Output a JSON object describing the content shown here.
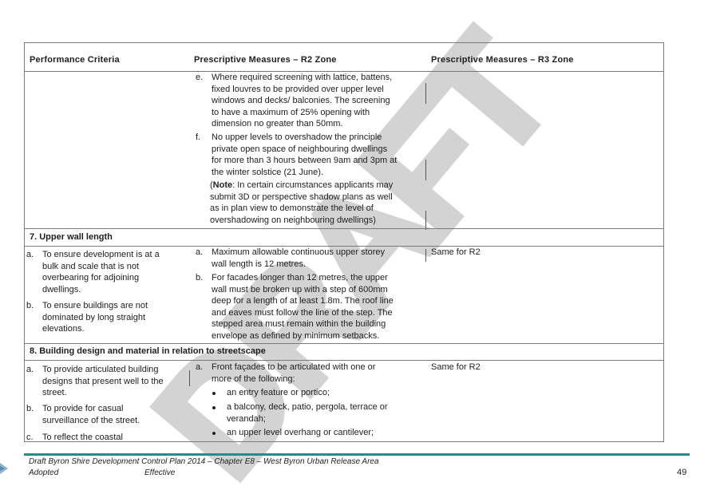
{
  "table": {
    "headers": [
      "Performance Criteria",
      "Prescriptive Measures – R2 Zone",
      "Prescriptive Measures – R3 Zone"
    ],
    "cont": {
      "e_marker": "e.",
      "e_lines": [
        "Where required screening with lattice, battens,",
        "fixed louvres to be provided over upper level",
        "windows and decks/ balconies. The screening",
        "to have a maximum of 25% opening with",
        "dimension no greater than 50mm."
      ],
      "f_marker": "f.",
      "f_lines": [
        "No upper levels to overshadow the principle",
        "private open space of neighbouring dwellings",
        "for more than 3 hours between 9am and 3pm at",
        "the winter solstice (21 June)."
      ],
      "note_bold": "Note",
      "note_first": ": In certain circumstances applicants may",
      "note_rest": [
        "submit 3D or perspective shadow plans as well",
        "as in plan view to demonstrate the level of",
        "overshadowing on neighbouring dwellings)"
      ]
    },
    "s7": {
      "title": "7. Upper wall length",
      "pc_a_marker": "a.",
      "pc_a_lines": [
        "To ensure development is at a",
        "bulk and scale that is not",
        "overbearing for adjoining",
        "dwellings."
      ],
      "pc_b_marker": "b.",
      "pc_b_lines": [
        "To ensure buildings are not",
        "dominated by long straight",
        "elevations."
      ],
      "r2_a_marker": "a.",
      "r2_a_lines": [
        "Maximum allowable continuous upper storey",
        "wall length is 12 metres."
      ],
      "r2_b_marker": "b.",
      "r2_b_lines": [
        "For facades longer than 12 metres, the upper",
        "wall must be broken up with a step of 600mm",
        "deep for a length of at least 1.8m. The roof line",
        "and eaves must follow the line of the step. The",
        "stepped area must remain within the building",
        "envelope as defined by minimum setbacks."
      ],
      "r3": "Same for R2"
    },
    "s8": {
      "title": "8. Building design and material in relation to streetscape",
      "pc_a_marker": "a.",
      "pc_a_lines": [
        "To provide articulated building",
        "designs that present well to the",
        "street."
      ],
      "pc_b_marker": "b.",
      "pc_b_lines": [
        "To provide for casual",
        "surveillance of the street."
      ],
      "pc_c_marker": "c.",
      "pc_c_lines": [
        "To reflect the coastal"
      ],
      "r2_a_marker": "a.",
      "r2_a_lines": [
        "Front façades to be articulated with one or",
        "more  of the following:"
      ],
      "bullets": [
        [
          "an entry feature or portico;"
        ],
        [
          "a balcony, deck, patio, pergola, terrace or",
          "verandah;"
        ],
        [
          "an upper level overhang or cantilever;"
        ]
      ],
      "r3": "Same for R2"
    }
  },
  "footer": {
    "line1": "Draft Byron Shire Development Control Plan 2014 – Chapter E8 – West Byron Urban Release Area",
    "adopted": "Adopted",
    "effective": "Effective",
    "page": "49"
  },
  "watermark": {
    "text": "DRAFT",
    "color": "#c8c8c8"
  },
  "accent_color": "#2a8a8a"
}
